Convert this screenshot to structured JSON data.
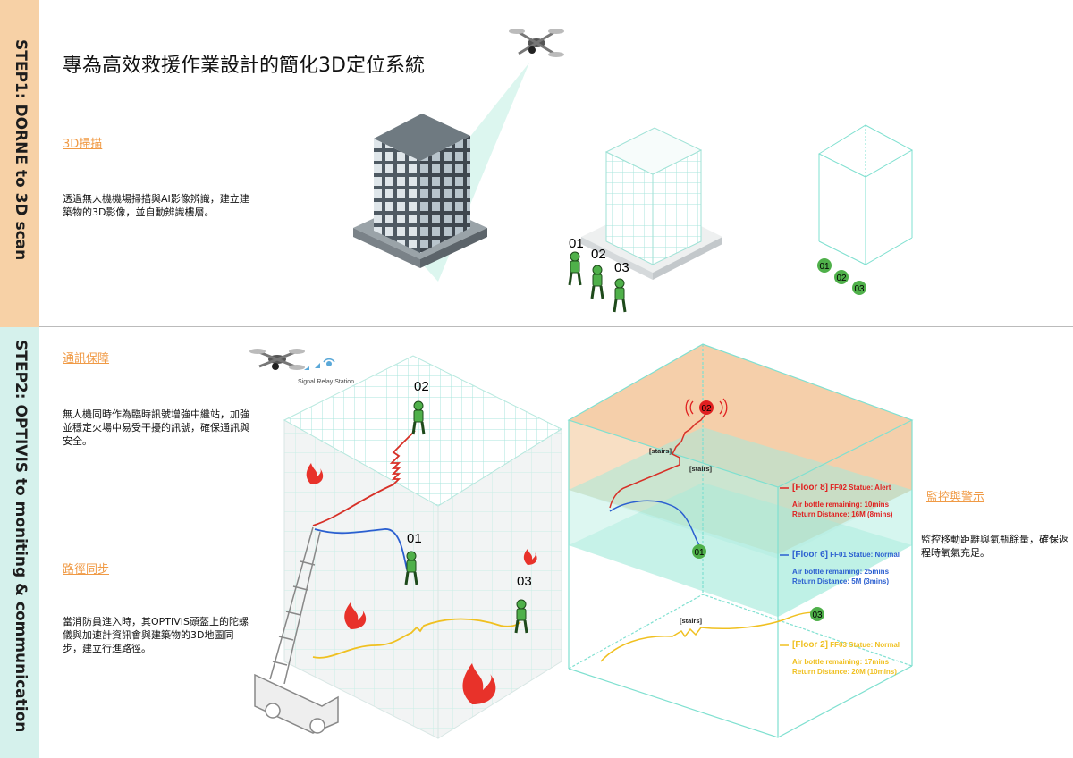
{
  "side_labels": {
    "step1": "STEP1: DORNE to 3D scan",
    "step2": "STEP2:  OPTIVIS to moniting & communication"
  },
  "title": "專為高效救援作業設計的簡化3D定位系統",
  "step1": {
    "heading": "3D掃描",
    "text": "透過無人機機場掃描與AI影像辨識，建立建築物的3D影像，並自動辨識樓層。",
    "firefighter_numbers": [
      "01",
      "02",
      "03"
    ],
    "dot_labels": [
      "01",
      "02",
      "03"
    ]
  },
  "step2": {
    "comm_heading": "通訊保障",
    "comm_text": "無人機同時作為臨時訊號增強中繼站，加強並穩定火場中易受干擾的訊號，確保通訊與安全。",
    "relay_label": "Signal Relay Station",
    "path_heading": "路徑同步",
    "path_text": "當消防員進入時，其OPTIVIS頭盔上的陀螺儀與加速計資訊會與建築物的3D地圖同步，建立行進路徑。",
    "firefighters": [
      "02",
      "01",
      "03"
    ],
    "monitor_heading": "監控與警示",
    "monitor_text": "監控移動距離與氣瓶餘量，確保返程時氧氣充足。",
    "stairs_label": "[stairs]",
    "dot_labels": [
      "02",
      "01",
      "03"
    ],
    "floor_info": [
      {
        "floor": "[Floor 8]",
        "status": "FF02 Statue: Alert",
        "air": "Air bottle remaining: 10mins",
        "ret": "Return Distance: 16M (8mins)",
        "color": "#e02020"
      },
      {
        "floor": "[Floor 6]",
        "status": "FF01 Statue: Normal",
        "air": "Air bottle remaining: 25mins",
        "ret": "Return Distance: 5M (3mins)",
        "color": "#2b5fd0"
      },
      {
        "floor": "[Floor 2]",
        "status": "FF03 Statue: Normal",
        "air": "Air bottle remaining: 17mins",
        "ret": "Return Distance: 20M (10mins)",
        "color": "#f0c020"
      }
    ]
  },
  "colors": {
    "accent_orange": "#f09a45",
    "alert_red": "#e02020",
    "normal_blue": "#2b5fd0",
    "normal_yellow": "#f0c020",
    "firefighter_green": "#4fb04a",
    "wireframe": "#7fe0d0"
  }
}
